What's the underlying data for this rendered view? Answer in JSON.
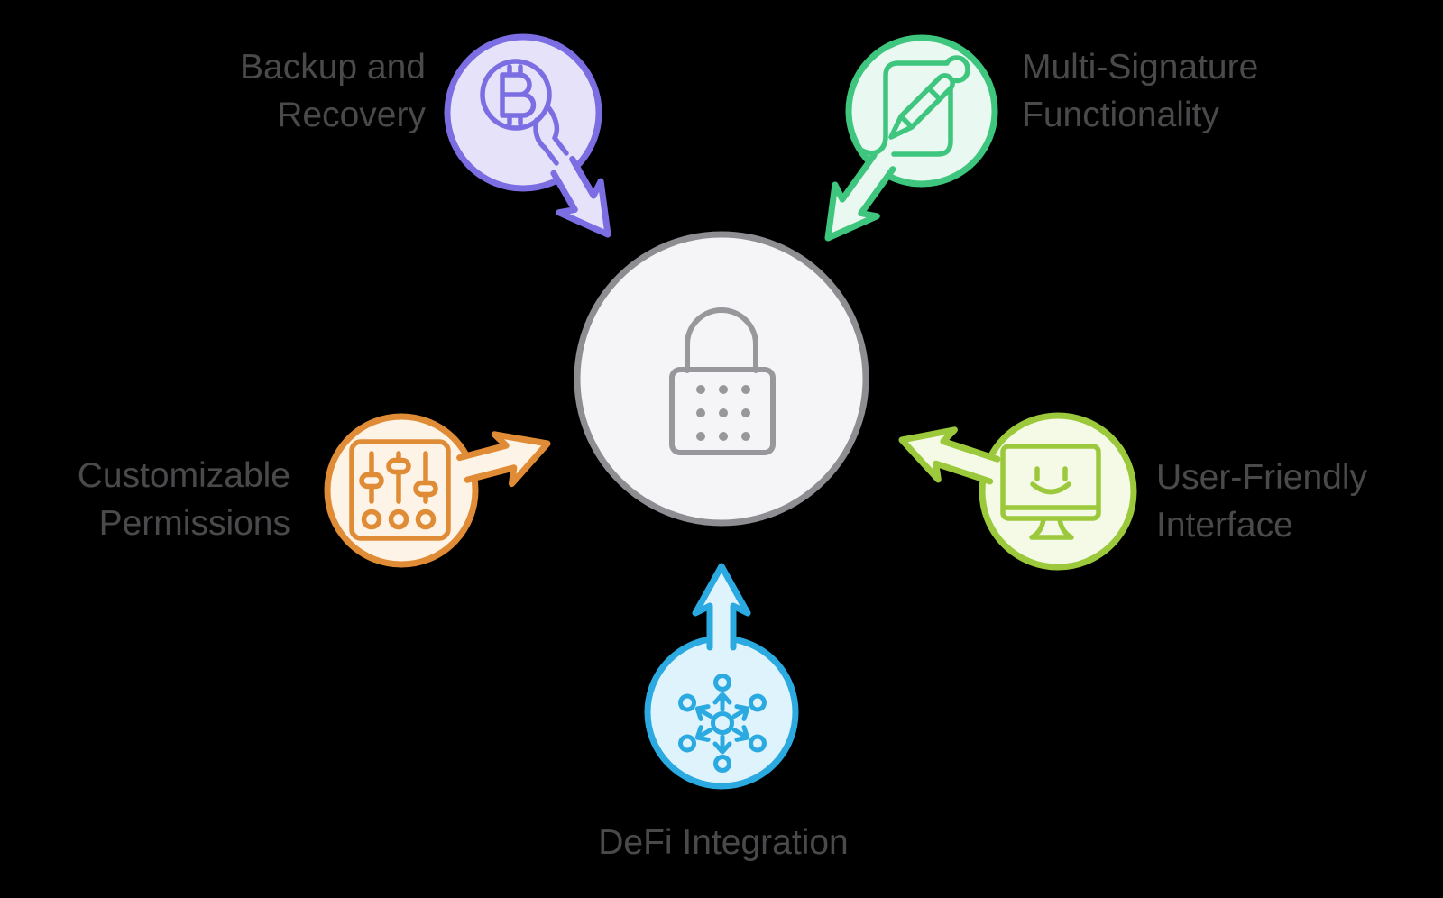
{
  "background_color": "#000000",
  "text_color": "#4a4a4c",
  "center_node": {
    "icon": "padlock-icon",
    "fill": "#f5f4f6",
    "stroke": "#8d8d92",
    "icon_color": "#97979c"
  },
  "nodes": [
    {
      "id": "backup-and-recovery",
      "label": "Backup and Recovery",
      "label_lines": [
        "Backup and",
        "Recovery"
      ],
      "icon": "hand-holding-bitcoin-icon",
      "stroke": "#7b6ee2",
      "fill": "#e6e2f9",
      "position": "top-left",
      "arrow_direction": "points-down-right-to-center"
    },
    {
      "id": "multi-signature-functionality",
      "label": "Multi-Signature Functionality",
      "label_lines": [
        "Multi-Signature",
        "Functionality"
      ],
      "icon": "document-pen-icon",
      "stroke": "#3ec57e",
      "fill": "#e9f8f0",
      "position": "top-right",
      "arrow_direction": "points-down-left-to-center"
    },
    {
      "id": "customizable-permissions",
      "label": "Customizable Permissions",
      "label_lines": [
        "Customizable",
        "Permissions"
      ],
      "icon": "sliders-control-panel-icon",
      "stroke": "#e08c36",
      "fill": "#fdf3e7",
      "position": "left",
      "arrow_direction": "points-right-to-center"
    },
    {
      "id": "user-friendly-interface",
      "label": "User-Friendly Interface",
      "label_lines": [
        "User-Friendly",
        "Interface"
      ],
      "icon": "monitor-smiley-icon",
      "stroke": "#9cc93b",
      "fill": "#f4fae6",
      "position": "right",
      "arrow_direction": "points-left-to-center"
    },
    {
      "id": "defi-integration",
      "label": "DeFi Integration",
      "label_lines": [
        "DeFi Integration"
      ],
      "icon": "decentralized-network-icon",
      "stroke": "#2ba9e1",
      "fill": "#dff3fc",
      "position": "bottom",
      "arrow_direction": "points-up-to-center"
    }
  ]
}
